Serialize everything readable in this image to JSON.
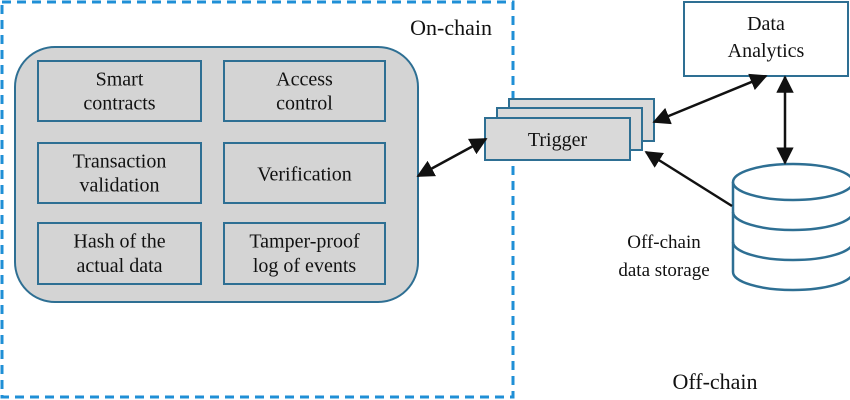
{
  "onchain": {
    "label": "On-chain",
    "blocks": [
      {
        "lines": [
          "Smart",
          "contracts"
        ]
      },
      {
        "lines": [
          "Access",
          "control"
        ]
      },
      {
        "lines": [
          "Transaction",
          "validation"
        ]
      },
      {
        "lines": [
          "Verification"
        ]
      },
      {
        "lines": [
          "Hash of the",
          "actual data"
        ]
      },
      {
        "lines": [
          "Tamper-proof",
          "log of events"
        ]
      }
    ]
  },
  "trigger": {
    "label": "Trigger"
  },
  "analytics": {
    "lines": [
      "Data",
      "Analytics"
    ]
  },
  "storage": {
    "lines": [
      "Off-chain",
      "data storage"
    ]
  },
  "offchain": {
    "label": "Off-chain"
  },
  "colors": {
    "zone_border": "#1f8fd6",
    "panel_fill": "#d4d4d4",
    "panel_border": "#2e6f93",
    "trigger_fill": "#d9d9d9",
    "analytics_border": "#2e6f93",
    "database_border": "#2e6f93",
    "arrow": "#111111"
  },
  "icons": {
    "database": "database-cylinder-icon"
  }
}
